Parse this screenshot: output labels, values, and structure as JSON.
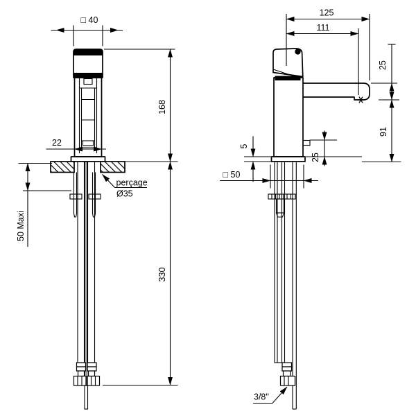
{
  "front_view": {
    "dim_top_width": "□ 40",
    "dim_body": "22",
    "dim_height_above_deck": "168",
    "hole_note_line1": "perçage",
    "hole_note_line2": "Ø35",
    "dim_deck_thickness_max": "50 Maxi",
    "dim_below_deck": "330"
  },
  "side_view": {
    "dim_reach_total": "125",
    "dim_reach_aerator": "111",
    "dim_spout_section": "25",
    "dim_aerator_to_deck": "91",
    "dim_base_plate_thickness": "5",
    "dim_outlet_to_base": "25",
    "dim_base_width": "□ 50",
    "connector_size": "3/8\""
  },
  "colors": {
    "line": "#000000",
    "background": "#ffffff"
  }
}
